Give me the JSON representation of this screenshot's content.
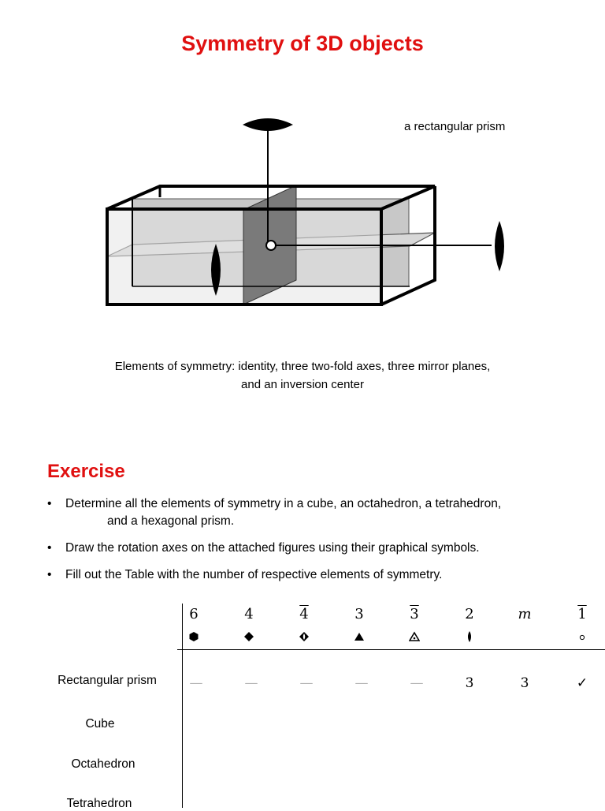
{
  "title": "Symmetry of 3D objects",
  "figure": {
    "label": "a rectangular prism"
  },
  "caption": {
    "line1": "Elements of symmetry: identity, three two-fold axes, three mirror planes,",
    "line2": "and an inversion center"
  },
  "exercise": {
    "heading": "Exercise",
    "bullets": [
      {
        "line1": "Determine all the elements of symmetry in a cube, an octahedron, a tetrahedron,",
        "line2": "and a hexagonal prism."
      },
      {
        "line1": "Draw the rotation axes on the attached figures using their graphical symbols."
      },
      {
        "line1": "Fill out the Table with the number of respective elements of symmetry."
      }
    ]
  },
  "table": {
    "columns": [
      {
        "label": "6",
        "overline": false,
        "italic": false,
        "symbol": "hexagon-icon"
      },
      {
        "label": "4",
        "overline": false,
        "italic": false,
        "symbol": "square-diamond-icon"
      },
      {
        "label": "4",
        "overline": true,
        "italic": false,
        "symbol": "rotoinversion-4-icon"
      },
      {
        "label": "3",
        "overline": false,
        "italic": false,
        "symbol": "filled-triangle-icon"
      },
      {
        "label": "3",
        "overline": true,
        "italic": false,
        "symbol": "rotoinversion-3-icon"
      },
      {
        "label": "2",
        "overline": false,
        "italic": false,
        "symbol": "lens-icon"
      },
      {
        "label": "m",
        "overline": false,
        "italic": true,
        "symbol": ""
      },
      {
        "label": "1",
        "overline": true,
        "italic": false,
        "symbol": "small-circle-icon"
      }
    ],
    "rows": [
      {
        "label": "Rectangular prism",
        "cells": [
          "—",
          "—",
          "—",
          "—",
          "—",
          "3",
          "3",
          "✓"
        ]
      },
      {
        "label": "Cube",
        "cells": [
          "",
          "",
          "",
          "",
          "",
          "",
          "",
          ""
        ]
      },
      {
        "label": "Octahedron",
        "cells": [
          "",
          "",
          "",
          "",
          "",
          "",
          "",
          ""
        ]
      },
      {
        "label": "Tetrahedron",
        "cells": [
          "",
          "",
          "",
          "",
          "",
          "",
          "",
          ""
        ]
      }
    ]
  },
  "colors": {
    "heading": "#e01010",
    "dash": "#b0b0b0"
  }
}
